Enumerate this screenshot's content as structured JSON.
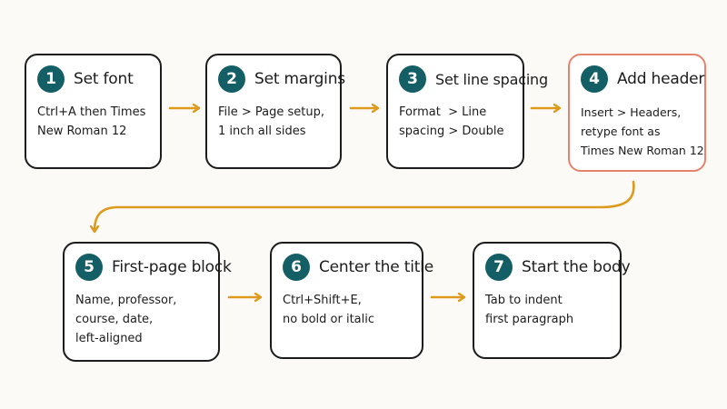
{
  "colors": {
    "badge": "#145e66",
    "arrow": "#dd9a1c",
    "highlight_border": "#e8836b",
    "border": "#1c1c1c",
    "background": "#fbfaf7"
  },
  "steps": [
    {
      "number": "1",
      "title": "Set font",
      "lines": [
        "Ctrl+A then Times",
        "New Roman 12"
      ],
      "highlight": false
    },
    {
      "number": "2",
      "title": "Set margins",
      "lines": [
        "File > Page setup,",
        "1 inch all sides"
      ],
      "highlight": false
    },
    {
      "number": "3",
      "title": "Set line spacing",
      "lines": [
        "Format  > Line",
        "spacing > Double"
      ],
      "highlight": false
    },
    {
      "number": "4",
      "title": "Add header",
      "lines": [
        "Insert > Headers,",
        "retype font as",
        "Times New Roman 12"
      ],
      "highlight": true
    },
    {
      "number": "5",
      "title": "First-page block",
      "lines": [
        "Name, professor,",
        "course, date,",
        "left-aligned"
      ],
      "highlight": false
    },
    {
      "number": "6",
      "title": "Center the title",
      "lines": [
        "Ctrl+Shift+E,",
        "no bold or italic"
      ],
      "highlight": false
    },
    {
      "number": "7",
      "title": "Start the body",
      "lines": [
        "Tab to indent",
        "first paragraph"
      ],
      "highlight": false
    }
  ]
}
